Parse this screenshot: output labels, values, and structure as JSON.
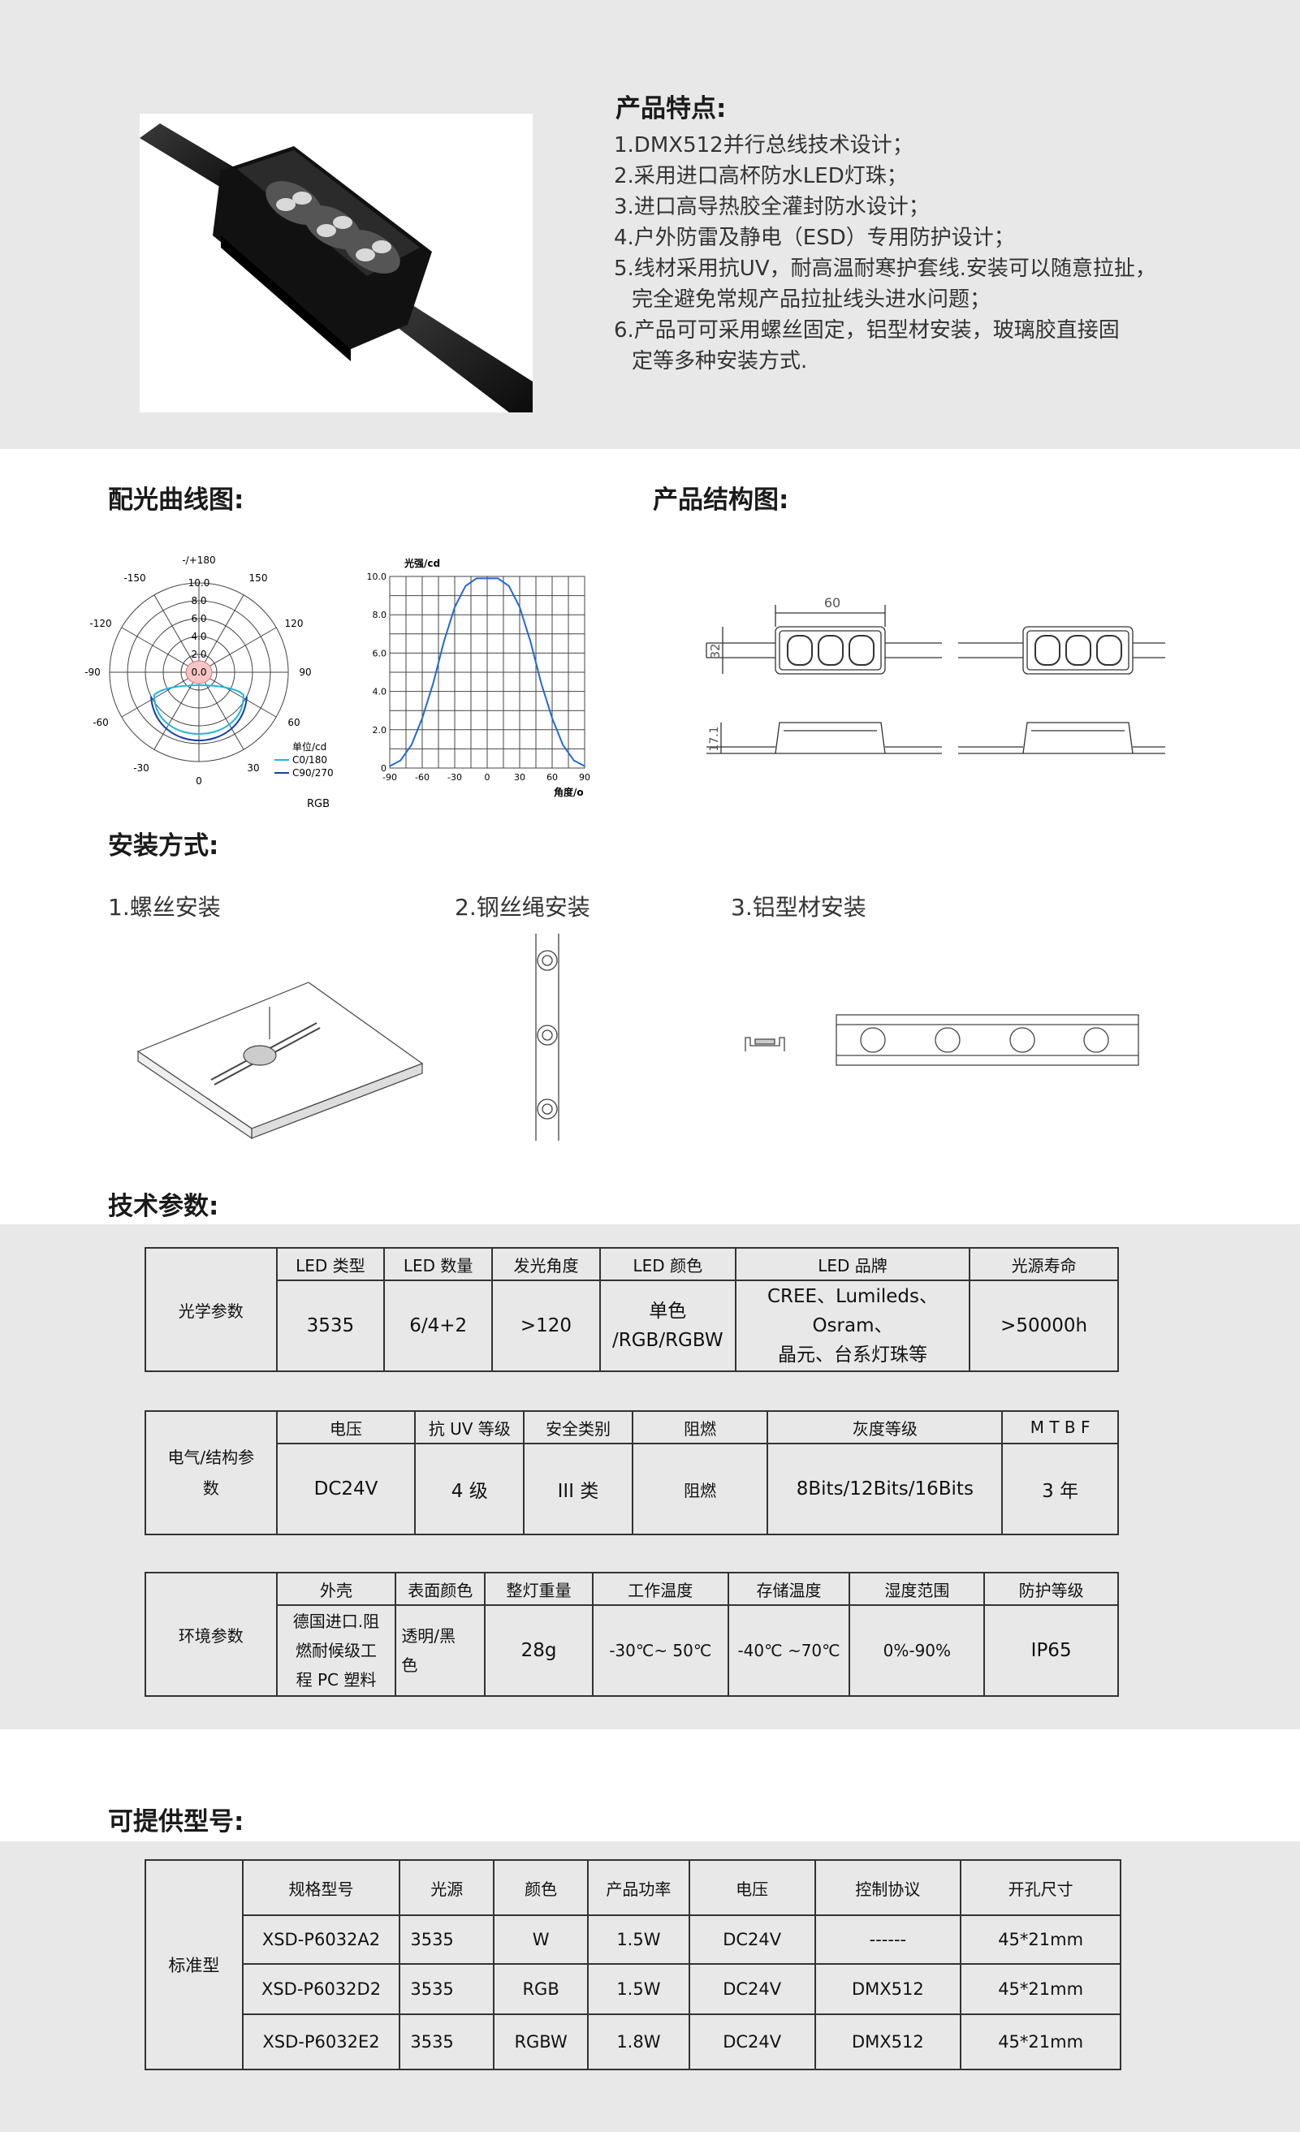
{
  "features": {
    "title": "产品特点:",
    "lines": [
      "1.DMX512并行总线技术设计；",
      "2.采用进口高杯防水LED灯珠；",
      "3.进口高导热胶全灌封防水设计；",
      "4.户外防雷及静电（ESD）专用防护设计；",
      "5.线材采用抗UV，耐高温耐寒护套线.安装可以随意拉扯，",
      "  完全避免常规产品拉扯线头进水问题；",
      "6.产品可可采用螺丝固定，铝型材安装，玻璃胶直接固",
      "  定等多种安装方式."
    ]
  },
  "light_curve": {
    "title": "配光曲线图:",
    "polar": {
      "top_label": "-/+180",
      "angle_labels": [
        "-150",
        "150",
        "-120",
        "120",
        "-90",
        "90",
        "-60",
        "60",
        "-30",
        "30",
        "0"
      ],
      "radial_labels": [
        "10.0",
        "8.0",
        "6.0",
        "4.0",
        "2.0",
        "0.0"
      ],
      "legend_title": "单位/cd",
      "legend_c0": "C0/180",
      "legend_c90": "C90/270",
      "rgb": "RGB"
    },
    "cartesian": {
      "ylabel": "光强/cd",
      "xlabel": "角度/o",
      "yticks": [
        "10.0",
        "8.0",
        "6.0",
        "4.0",
        "2.0",
        "0"
      ],
      "xticks": [
        "-90",
        "-60",
        "-30",
        "0",
        "30",
        "60",
        "90"
      ]
    }
  },
  "chart_data": {
    "type": "line",
    "ylabel": "光强/cd",
    "xlabel": "角度/o",
    "xlim": [
      -90,
      90
    ],
    "ylim": [
      0,
      10
    ],
    "x": [
      -90,
      -80,
      -70,
      -60,
      -50,
      -40,
      -30,
      -20,
      -10,
      0,
      10,
      20,
      30,
      40,
      50,
      60,
      70,
      80,
      90
    ],
    "y": [
      0.1,
      0.4,
      1.2,
      2.6,
      4.4,
      6.6,
      8.4,
      9.5,
      9.9,
      9.9,
      9.9,
      9.5,
      8.4,
      6.6,
      4.4,
      2.6,
      1.2,
      0.4,
      0.1
    ]
  },
  "structure": {
    "title": "产品结构图:",
    "dim_width": "60",
    "dim_height": "32",
    "dim_depth": "17.1"
  },
  "install": {
    "title": "安装方式:",
    "methods": [
      "1.螺丝安装",
      "2.钢丝绳安装",
      "3.铝型材安装"
    ]
  },
  "specs": {
    "title": "技术参数:",
    "optical": {
      "category": "光学参数",
      "headers": [
        "LED 类型",
        "LED 数量",
        "发光角度",
        "LED 颜色",
        "LED 品牌",
        "光源寿命"
      ],
      "values": [
        "3535",
        "6/4+2",
        ">120",
        "单色\n/RGB/RGBW",
        "CREE、Lumileds、Osram、\n晶元、台系灯珠等",
        ">50000h"
      ]
    },
    "electrical": {
      "category": "电气/结构参\n数",
      "headers": [
        "电压",
        "抗 UV 等级",
        "安全类别",
        "阻燃",
        "灰度等级",
        "M T B F"
      ],
      "values": [
        "DC24V",
        "4 级",
        "III 类",
        "阻燃",
        "8Bits/12Bits/16Bits",
        "3 年"
      ]
    },
    "environment": {
      "category": "环境参数",
      "headers": [
        "外壳",
        "表面颜色",
        "整灯重量",
        "工作温度",
        "存储温度",
        "湿度范围",
        "防护等级"
      ],
      "values": [
        "德国进口.阻\n燃耐候级工\n程 PC 塑料",
        "透明/黑\n色",
        "28g",
        "-30℃~ 50℃",
        "-40℃ ~70℃",
        "0%-90%",
        "IP65"
      ]
    }
  },
  "models": {
    "title": "可提供型号:",
    "category": "标准型",
    "headers": [
      "规格型号",
      "光源",
      "颜色",
      "产品功率",
      "电压",
      "控制协议",
      "开孔尺寸"
    ],
    "rows": [
      [
        "XSD-P6032A2",
        "3535",
        "W",
        "1.5W",
        "DC24V",
        "------",
        "45*21mm"
      ],
      [
        "XSD-P6032D2",
        "3535",
        "RGB",
        "1.5W",
        "DC24V",
        "DMX512",
        "45*21mm"
      ],
      [
        "XSD-P6032E2",
        "3535",
        "RGBW",
        "1.8W",
        "DC24V",
        "DMX512",
        "45*21mm"
      ]
    ]
  }
}
